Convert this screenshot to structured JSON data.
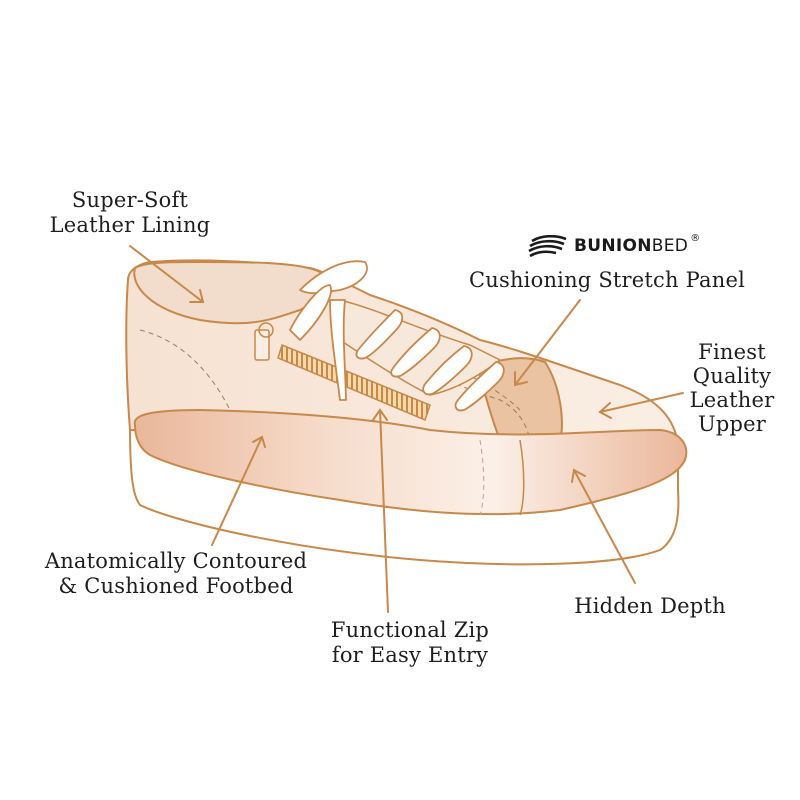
{
  "diagram": {
    "subject": "Sneaker cutaway illustration",
    "colors": {
      "outline": "#c8884a",
      "upper_fill": "#f7e6d8",
      "panel_fill": "#e9c3a2",
      "footbed_fill": "#f0cdb6",
      "sole_fill": "#ffffff",
      "laces": "#ffffff",
      "text": "#1e1e1e"
    },
    "brand": {
      "icon": "bunionbed-wave-logo-icon",
      "name_bold": "BUNION",
      "name_light": "BED",
      "registered": "®"
    },
    "labels": [
      {
        "id": "lining",
        "lines": [
          "Super-Soft",
          "Leather Lining"
        ]
      },
      {
        "id": "stretch_panel",
        "lines": [
          "Cushioning Stretch Panel"
        ]
      },
      {
        "id": "upper",
        "lines": [
          "Finest",
          "Quality",
          "Leather",
          "Upper"
        ]
      },
      {
        "id": "footbed",
        "lines": [
          "Anatomically Contoured",
          "& Cushioned Footbed"
        ]
      },
      {
        "id": "zip",
        "lines": [
          "Functional Zip",
          "for Easy Entry"
        ]
      },
      {
        "id": "depth",
        "lines": [
          "Hidden Depth"
        ]
      }
    ]
  }
}
